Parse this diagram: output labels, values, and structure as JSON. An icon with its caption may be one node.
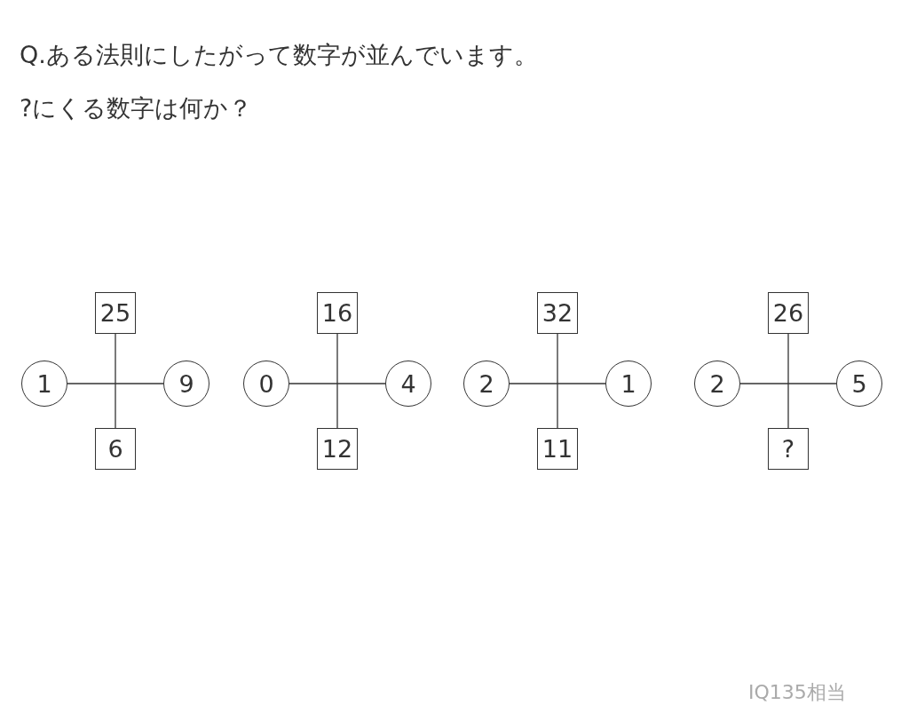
{
  "diagram": {
    "title": "Q.ある法則にしたがって数字が並んでいます。",
    "nodes": [
      {
        "text": [
          "25"
        ]
      },
      {
        "text": [
          "1"
        ]
      },
      {
        "text": [
          "9"
        ]
      },
      {
        "text": [
          "6"
        ]
      },
      {
        "text": [
          "16"
        ]
      },
      {
        "text": [
          "0"
        ]
      },
      {
        "text": [
          "4"
        ]
      },
      {
        "text": [
          "12"
        ]
      },
      {
        "text": [
          "32"
        ]
      },
      {
        "text": [
          "2"
        ]
      },
      {
        "text": [
          "1"
        ]
      },
      {
        "text": [
          "11"
        ]
      },
      {
        "text": [
          "26"
        ]
      },
      {
        "text": [
          "2"
        ]
      },
      {
        "text": [
          "5"
        ]
      },
      {
        "text": [
          "?"
        ]
      }
    ],
    "edges": [
      {
        "from": 1,
        "to": 2,
        "arrow": "none"
      },
      {
        "from": 0,
        "to": 3,
        "arrow": "none"
      },
      {
        "from": 5,
        "to": 6,
        "arrow": "none"
      },
      {
        "from": 4,
        "to": 7,
        "arrow": "none"
      },
      {
        "from": 9,
        "to": 10,
        "arrow": "none"
      },
      {
        "from": 8,
        "to": 11,
        "arrow": "none"
      },
      {
        "from": 13,
        "to": 14,
        "arrow": "none"
      },
      {
        "from": 12,
        "to": 15,
        "arrow": "none"
      }
    ],
    "labels": [
      "?にくる数字は何か？",
      "IQ135相当"
    ]
  }
}
